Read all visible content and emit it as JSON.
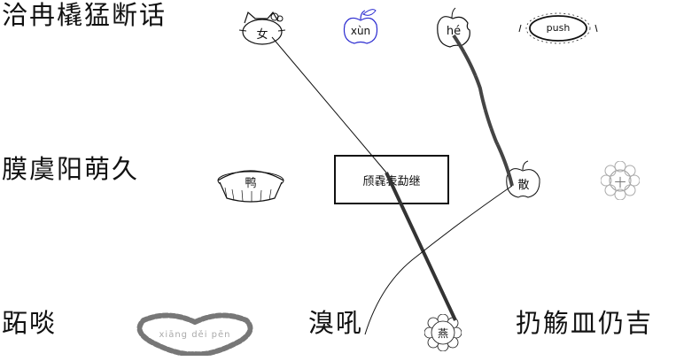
{
  "rows": {
    "top_text": "洽冉橇猛断话",
    "middle_text": "膜虞阳萌久",
    "bottom_left_text": "跖啖",
    "bottom_center_text": "溴吼",
    "bottom_right_text": "扔觞皿仍吉"
  },
  "icons": {
    "kitty": {
      "label": "女",
      "icon": "hello-kitty-icon"
    },
    "apple_small": {
      "label": "xùn",
      "icon": "apple-icon"
    },
    "apple_right": {
      "label": "hé",
      "icon": "apple-bitten-icon"
    },
    "push": {
      "label": "push",
      "icon": "oval-badge-icon"
    },
    "pie": {
      "label": "鸭",
      "icon": "pie-icon"
    },
    "apple_mid": {
      "label": "散",
      "icon": "apple-icon"
    },
    "flower_right": {
      "label": "十",
      "icon": "flower-icon"
    },
    "heart": {
      "label": "xiāng děi pēn",
      "icon": "heart-wreath-icon"
    },
    "flower_bottom": {
      "label": "燕",
      "icon": "flower-icon"
    }
  },
  "box_text": "颀毳表勐继",
  "colors": {
    "ink": "#111111",
    "line": "#333333",
    "heart": "#777777"
  }
}
